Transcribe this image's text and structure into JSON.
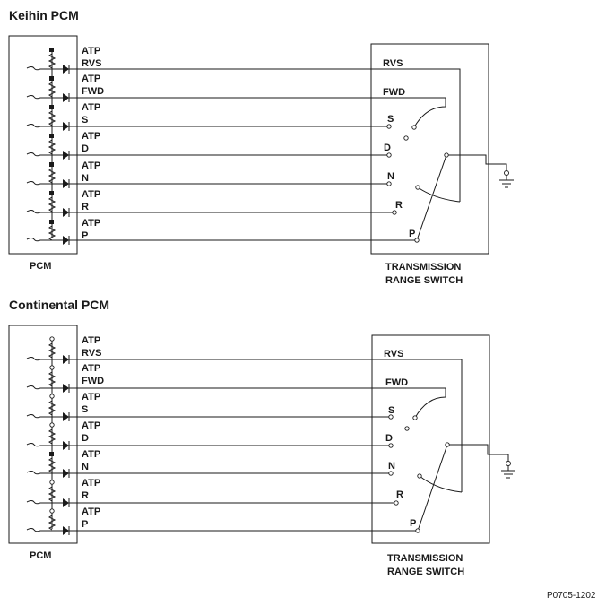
{
  "diagrams": [
    {
      "title": "Keihin PCM",
      "pcm_label": "PCM",
      "switch_label_line1": "TRANSMISSION",
      "switch_label_line2": "RANGE SWITCH",
      "channels": [
        {
          "atp": "ATP",
          "name": "RVS"
        },
        {
          "atp": "ATP",
          "name": "FWD"
        },
        {
          "atp": "ATP",
          "name": "S"
        },
        {
          "atp": "ATP",
          "name": "D"
        },
        {
          "atp": "ATP",
          "name": "N"
        },
        {
          "atp": "ATP",
          "name": "R"
        },
        {
          "atp": "ATP",
          "name": "P"
        }
      ],
      "switch_positions": {
        "RVS": "RVS",
        "FWD": "FWD",
        "S": "S",
        "D": "D",
        "N": "N",
        "R": "R",
        "P": "P"
      }
    },
    {
      "title": "Continental PCM",
      "pcm_label": "PCM",
      "switch_label_line1": "TRANSMISSION",
      "switch_label_line2": "RANGE SWITCH",
      "channels": [
        {
          "atp": "ATP",
          "name": "RVS"
        },
        {
          "atp": "ATP",
          "name": "FWD"
        },
        {
          "atp": "ATP",
          "name": "S"
        },
        {
          "atp": "ATP",
          "name": "D"
        },
        {
          "atp": "ATP",
          "name": "N"
        },
        {
          "atp": "ATP",
          "name": "R"
        },
        {
          "atp": "ATP",
          "name": "P"
        }
      ],
      "switch_positions": {
        "RVS": "RVS",
        "FWD": "FWD",
        "S": "S",
        "D": "D",
        "N": "N",
        "R": "R",
        "P": "P"
      }
    }
  ],
  "figure_ref": "P0705-1202"
}
